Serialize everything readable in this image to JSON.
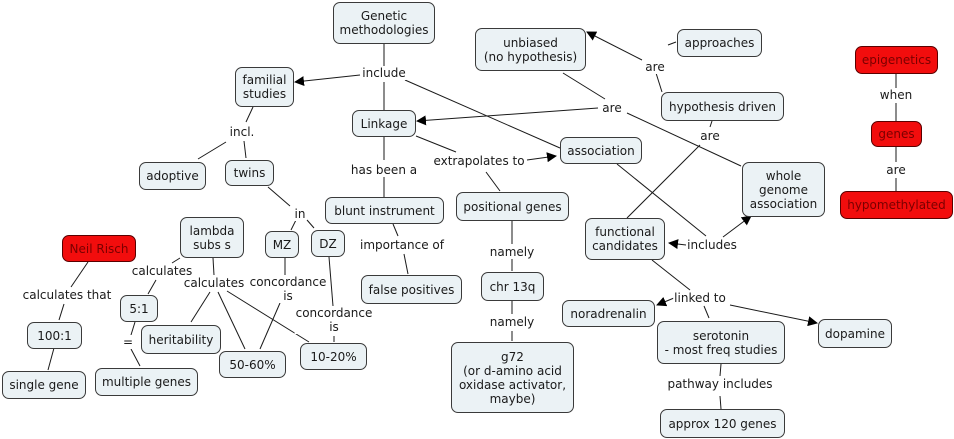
{
  "colors": {
    "node_fill": "#ebf2f5",
    "node_border": "#3a3a3a",
    "highlight_fill": "#f20d0d",
    "highlight_text": "#7a0000",
    "line": "#1a1a1a"
  },
  "nodes": {
    "genetic_methodologies": "Genetic\nmethodologies",
    "familial_studies": "familial\nstudies",
    "linkage": "Linkage",
    "unbiased": "unbiased\n(no hypothesis)",
    "approaches": "approaches",
    "hypothesis_driven": "hypothesis driven",
    "association": "association",
    "whole_genome_association": "whole\ngenome\nassociation",
    "epigenetics": "epigenetics",
    "genes": "genes",
    "hypomethylated": "hypomethylated",
    "adoptive": "adoptive",
    "twins": "twins",
    "neil_risch": "Neil Risch",
    "lambda_subs_s": "lambda\nsubs s",
    "mz": "MZ",
    "dz": "DZ",
    "blunt_instrument": "blunt instrument",
    "positional_genes": "positional genes",
    "functional_candidates": "functional\ncandidates",
    "ratio_5_1": "5:1",
    "heritability": "heritability",
    "pct_50_60": "50-60%",
    "pct_10_20": "10-20%",
    "ratio_100_1": "100:1",
    "single_gene": "single gene",
    "multiple_genes": "multiple genes",
    "false_positives": "false positives",
    "chr_13q": "chr 13q",
    "g72": "g72\n(or d-amino acid\noxidase activator,\nmaybe)",
    "noradrenalin": "noradrenalin",
    "serotonin": "serotonin\n- most freq studies",
    "dopamine": "dopamine",
    "approx_120_genes": "approx 120 genes"
  },
  "links": {
    "include": "include",
    "are_linkage": "are",
    "are_approaches": "are",
    "are_hypothesis": "are",
    "when": "when",
    "are_epi": "are",
    "incl": "incl.",
    "has_been_a": "has been a",
    "extrapolates_to": "extrapolates to",
    "in": "in",
    "importance_of": "importance of",
    "namely_1": "namely",
    "namely_2": "namely",
    "includes": "includes",
    "calculates_that": "calculates that",
    "calculates_1": "calculates",
    "calculates_2": "calculates",
    "concordance_mz": "concordance\nis",
    "concordance_dz": "concordance\nis",
    "equals": "=",
    "linked_to": "linked to",
    "pathway_includes": "pathway includes"
  }
}
